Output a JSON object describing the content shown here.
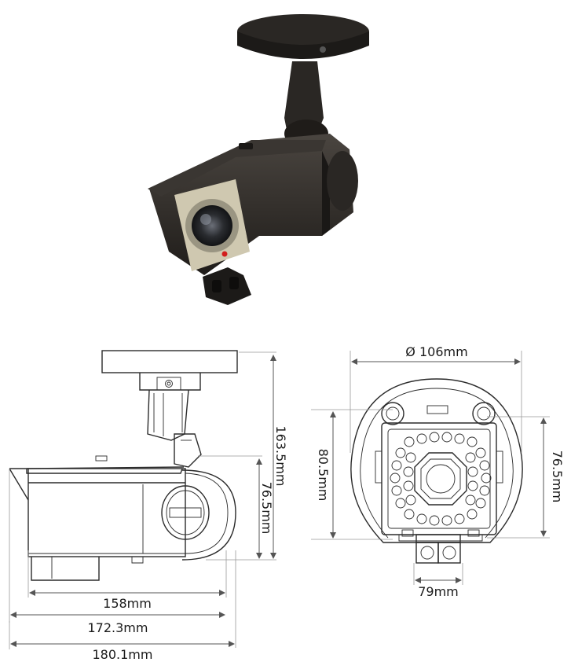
{
  "dimensions": {
    "diameter": "Ø 106mm",
    "total_height": "163.5mm",
    "side_body_height": "76.5mm",
    "front_height": "80.5mm",
    "front_body_height": "76.5mm",
    "bottom_width": "79mm",
    "length_158": "158mm",
    "length_172": "172.3mm",
    "length_180": "180.1mm"
  },
  "colors": {
    "camera_body": "#2d2a26",
    "camera_highlight": "#4a4540",
    "ir_ring": "#cfc8b0",
    "ir_led_indicator": "#d21d1d"
  },
  "icons": {
    "product_photo": "bullet-camera-render",
    "side_view": "camera-side-drawing",
    "front_view": "camera-front-drawing"
  }
}
